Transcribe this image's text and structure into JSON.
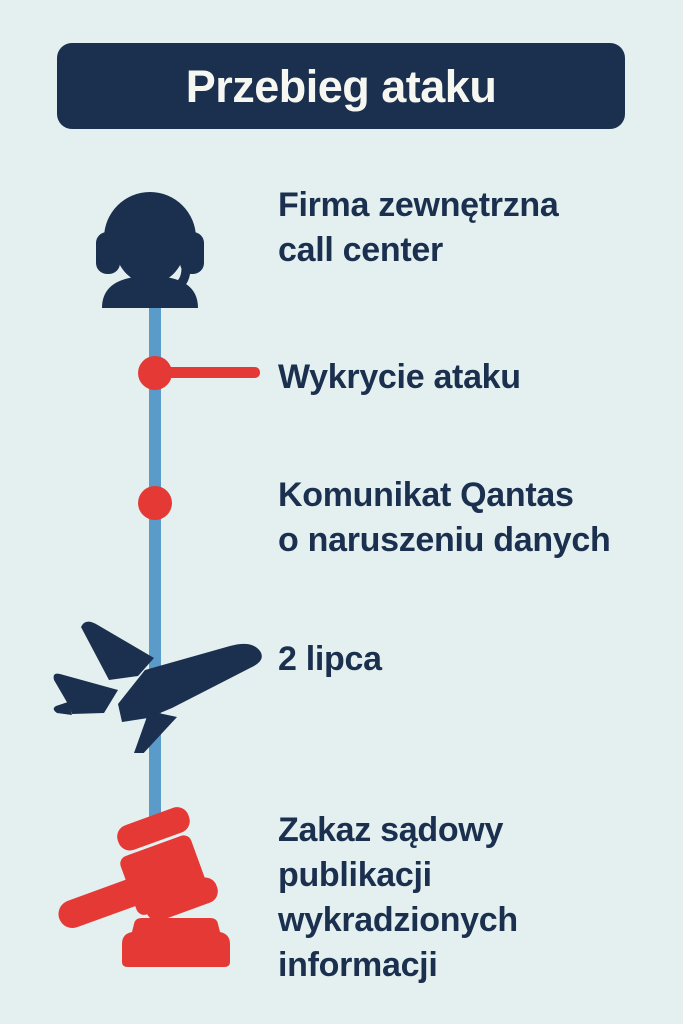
{
  "title": {
    "text": "Przebieg ataku"
  },
  "colors": {
    "background": "#e3f0ef",
    "banner": "#1b2f4e",
    "banner_text": "#f7f7f2",
    "navy": "#1b2f4e",
    "red": "#e53935",
    "timeline_blue": "#5b9bc9"
  },
  "timeline": {
    "steps": [
      {
        "id": "call-center",
        "icon": "headset-agent-icon",
        "marker": "icon",
        "label": "Firma zewnętrzna\ncall center"
      },
      {
        "id": "attack-detected",
        "icon": "red-dot-with-connector",
        "marker": "dot",
        "label": "Wykrycie ataku"
      },
      {
        "id": "qantas-statement",
        "icon": "red-dot",
        "marker": "dot",
        "label": "Komunikat Qantas\no naruszeniu danych"
      },
      {
        "id": "july-second",
        "icon": "airplane-icon",
        "marker": "icon",
        "label": "2 lipca"
      },
      {
        "id": "court-injunction",
        "icon": "gavel-icon",
        "marker": "icon",
        "label": "Zakaz sądowy\npublikacji\nwykradzionych\ninformacji"
      }
    ]
  }
}
